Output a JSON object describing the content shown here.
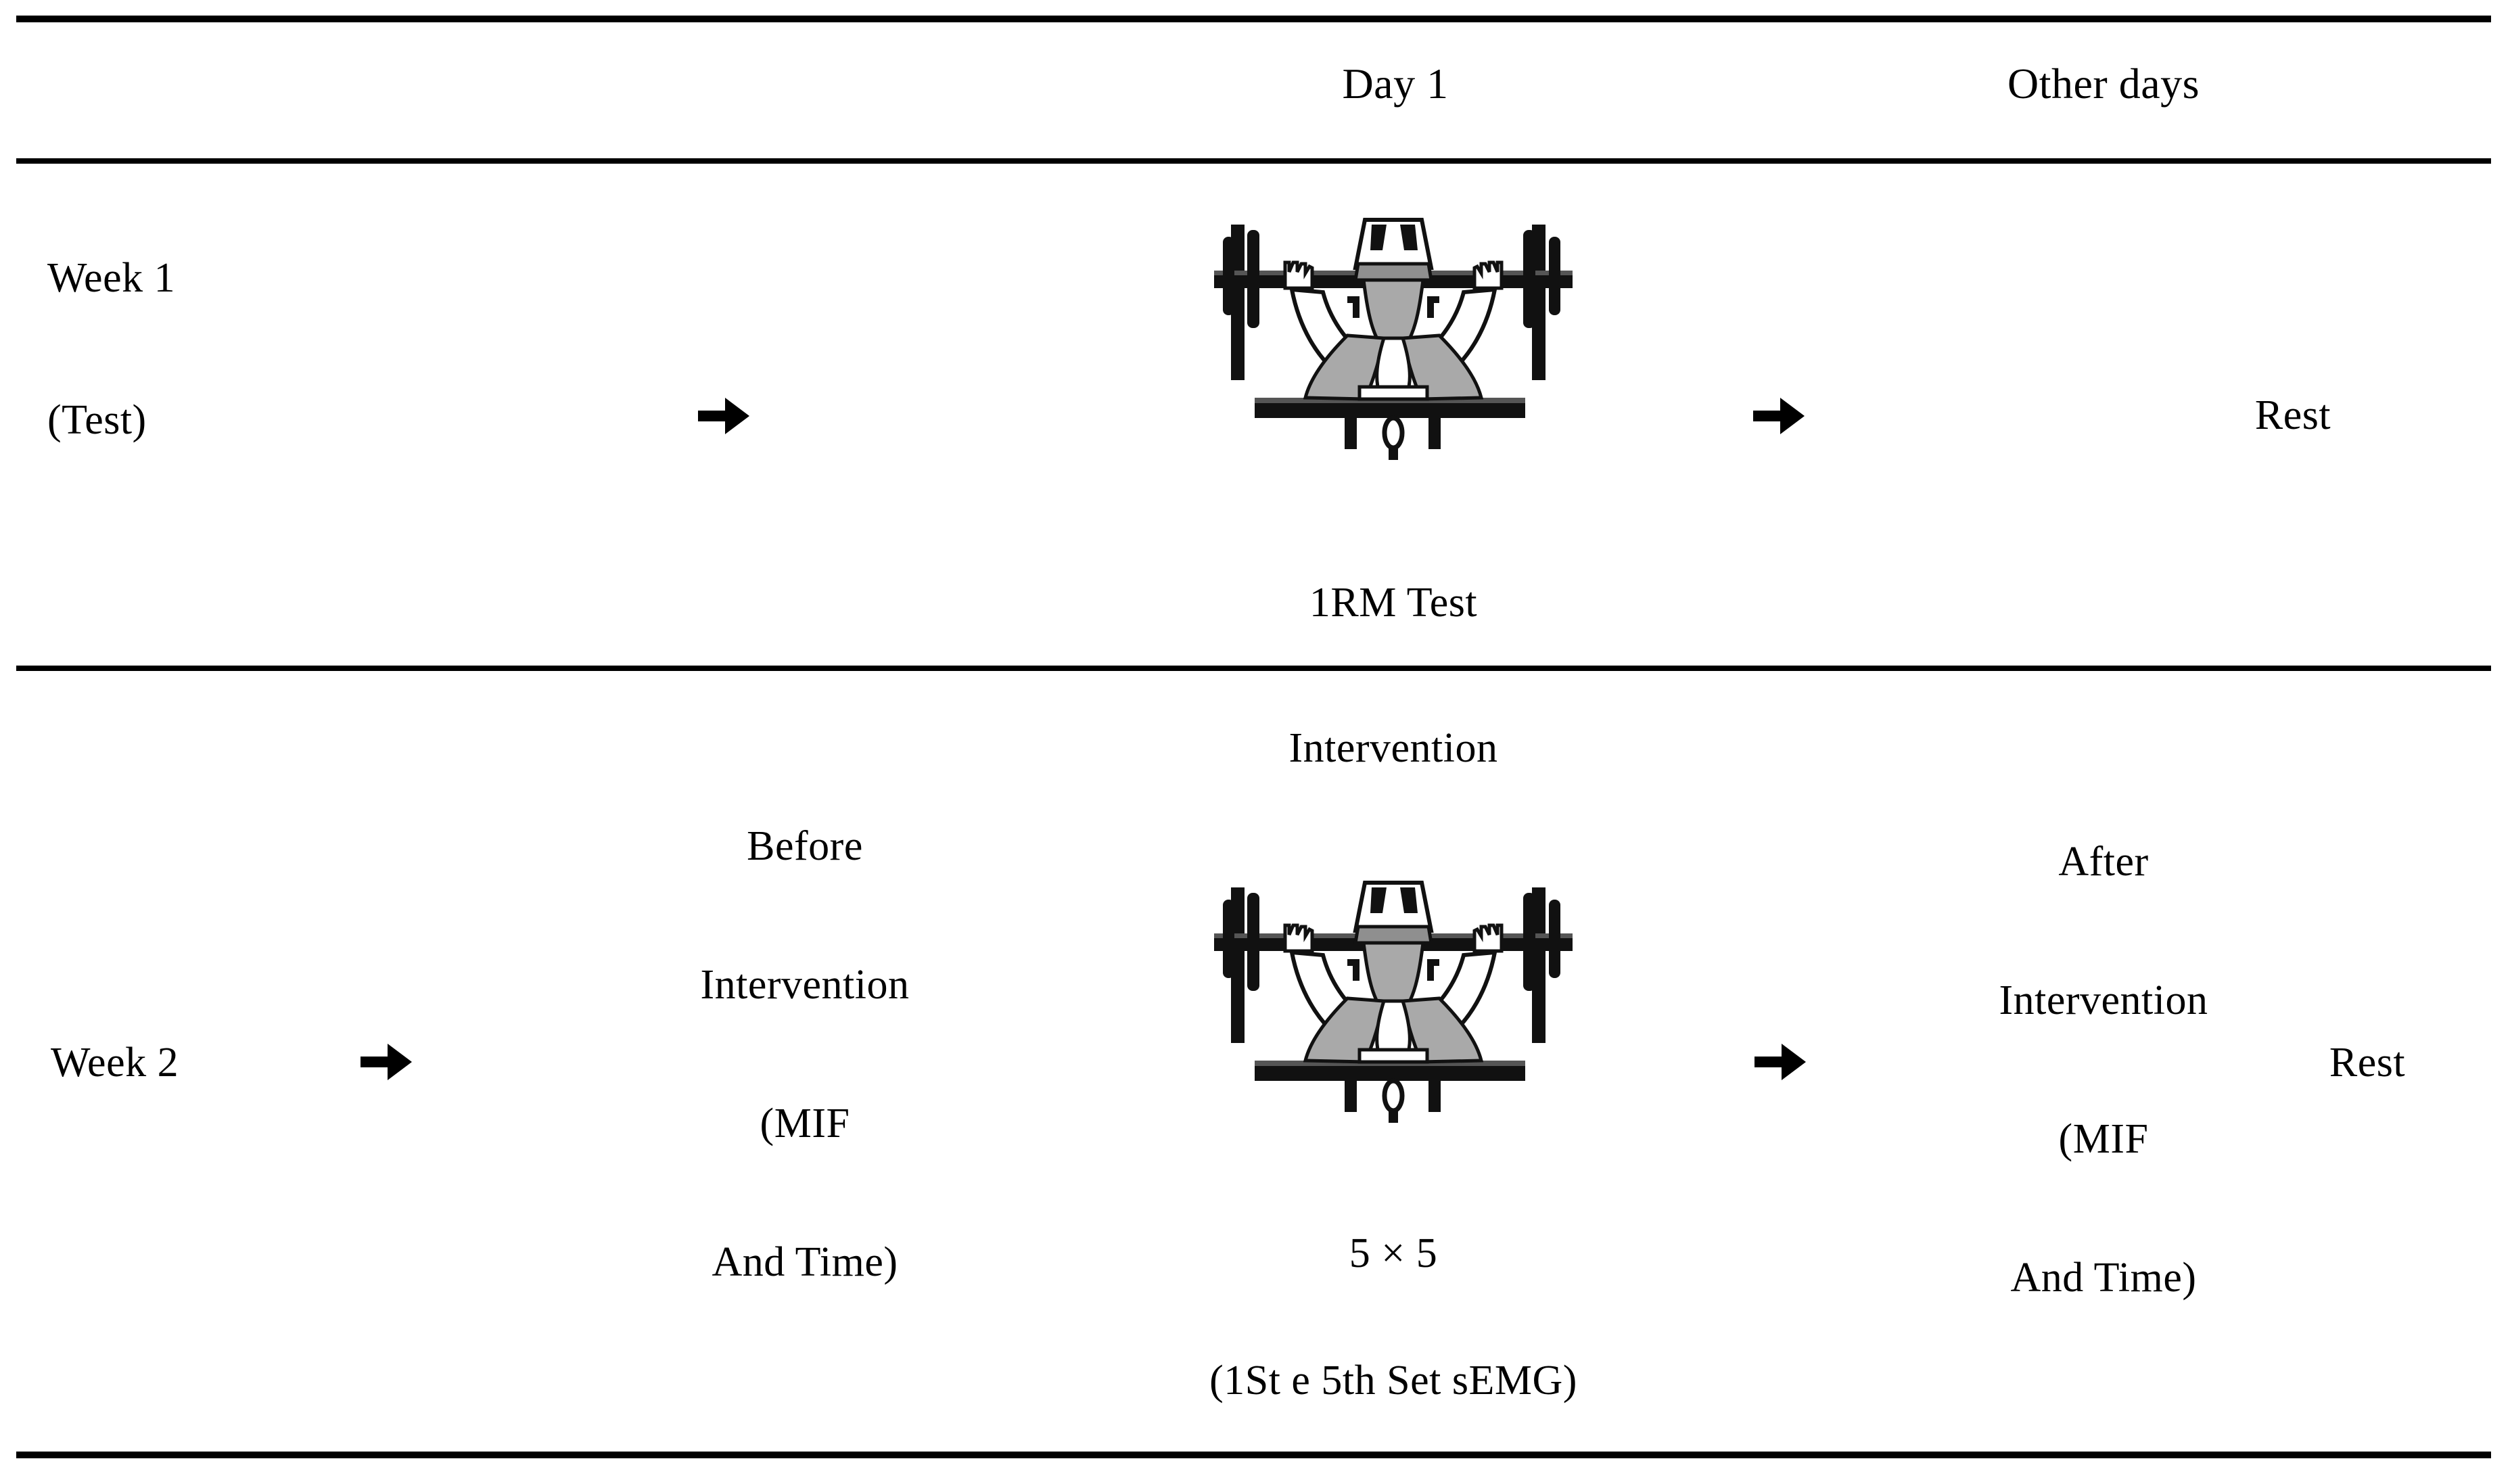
{
  "table": {
    "header": {
      "row_label": "",
      "columns": [
        {
          "label": "Day 1"
        },
        {
          "label": "Other days"
        }
      ]
    },
    "rows": [
      {
        "week_label": "Week 1",
        "week_sublabel": "(Test)",
        "arrow_1": "right-arrow",
        "pre_column": "",
        "figure": "bench-press-illustration",
        "figure_caption_top": "",
        "figure_caption_main": "",
        "figure_caption_bottom": "1RM Test",
        "arrow_2": "right-arrow",
        "post_column": "",
        "other_days": "Rest"
      },
      {
        "week_label": "Week 2",
        "week_sublabel": "",
        "arrow_1": "right-arrow",
        "pre_column_lines": [
          "Before",
          "Intervention",
          "(MIF",
          "And Time)"
        ],
        "figure": "bench-press-illustration",
        "figure_caption_top": "Intervention",
        "figure_caption_main": "5 × 5",
        "figure_caption_bottom": "(1St e 5th Set sEMG)",
        "arrow_2": "right-arrow",
        "post_column_lines": [
          "After",
          "Intervention",
          "(MIF",
          "And Time)"
        ],
        "other_days": "Rest"
      }
    ]
  },
  "colors": {
    "rule": "#000000",
    "text": "#000000",
    "background": "#ffffff",
    "figure_fill": "#a9a9a9",
    "figure_stroke": "#111111"
  }
}
